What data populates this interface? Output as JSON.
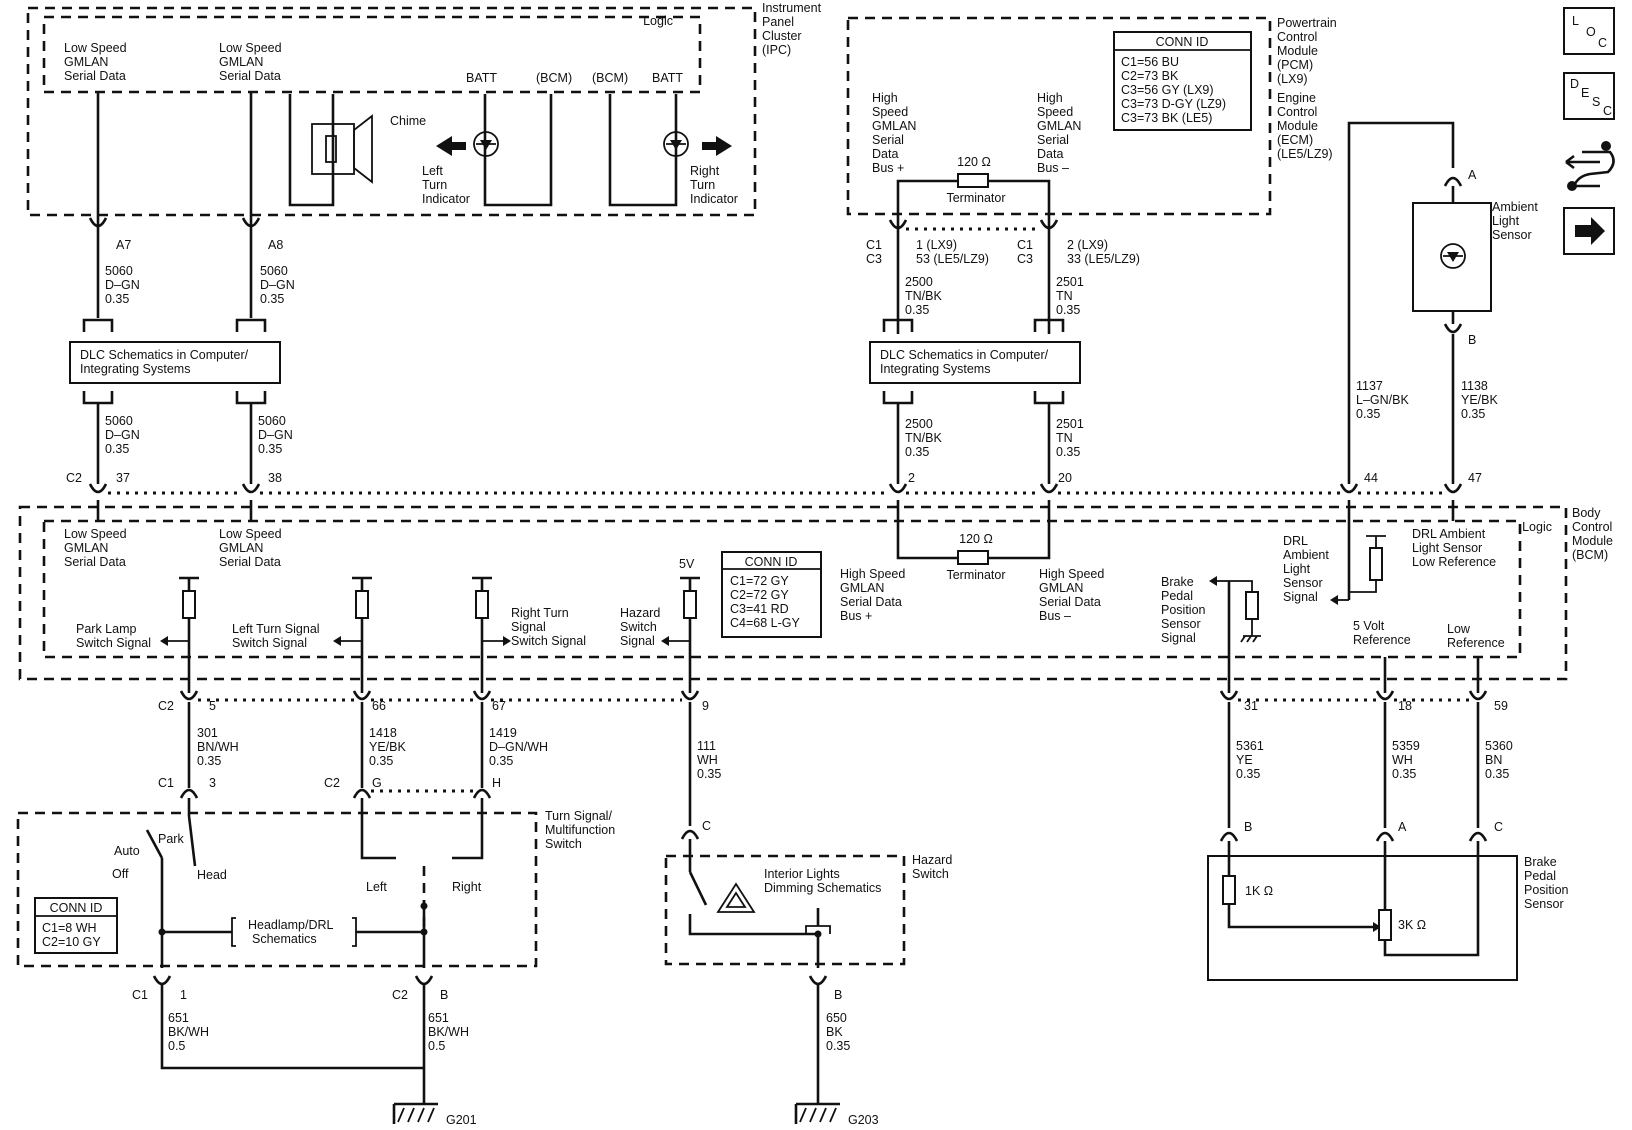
{
  "modules": {
    "ipc": {
      "name": [
        "Instrument",
        "Panel",
        "Cluster",
        "(IPC)"
      ],
      "logic": "Logic"
    },
    "pcm": {
      "name": [
        "Powertrain",
        "Control",
        "Module",
        "(PCM)",
        "(LX9)",
        "Engine",
        "Control",
        "Module",
        "(ECM)",
        "(LE5/LZ9)"
      ]
    },
    "bcm": {
      "name": [
        "Body",
        "Control",
        "Module",
        "(BCM)"
      ],
      "logic": "Logic"
    },
    "turn_switch": {
      "name": [
        "Turn Signal/",
        "Multifunction",
        "Switch"
      ]
    },
    "hazard_switch": {
      "name": [
        "Hazard",
        "Switch"
      ]
    },
    "brake_sensor": {
      "name": [
        "Brake",
        "Pedal",
        "Position",
        "Sensor"
      ]
    },
    "ambient_sensor": {
      "name": [
        "Ambient",
        "Light",
        "Sensor"
      ]
    }
  },
  "ipc_labels": {
    "lsgmlan_1": [
      "Low Speed",
      "GMLAN",
      "Serial Data"
    ],
    "lsgmlan_2": [
      "Low Speed",
      "GMLAN",
      "Serial Data"
    ],
    "batt_1": "BATT",
    "bcm_1": "(BCM)",
    "bcm_2": "(BCM)",
    "batt_2": "BATT",
    "chime": "Chime",
    "left_turn": [
      "Left",
      "Turn",
      "Indicator"
    ],
    "right_turn": [
      "Right",
      "Turn",
      "Indicator"
    ]
  },
  "pcm_labels": {
    "hs_plus": [
      "High",
      "Speed",
      "GMLAN",
      "Serial",
      "Data",
      "Bus +"
    ],
    "hs_minus": [
      "High",
      "Speed",
      "GMLAN",
      "Serial",
      "Data",
      "Bus –"
    ],
    "resistor": "120 Ω",
    "terminator": "Terminator",
    "conn_title": "CONN ID",
    "conn_rows": [
      "C1=56 BU",
      "C2=73 BK",
      "C3=56 GY (LX9)",
      "C3=73 D-GY (LZ9)",
      "C3=73 BK (LE5)"
    ]
  },
  "bcm_labels": {
    "lsgmlan_1": [
      "Low Speed",
      "GMLAN",
      "Serial Data"
    ],
    "lsgmlan_2": [
      "Low Speed",
      "GMLAN",
      "Serial Data"
    ],
    "park_lamp": [
      "Park Lamp",
      "Switch Signal"
    ],
    "left_signal": [
      "Left Turn Signal",
      "Switch Signal"
    ],
    "right_signal": [
      "Right Turn",
      "Signal",
      "Switch Signal"
    ],
    "hazard_signal": [
      "Hazard",
      "Switch",
      "Signal"
    ],
    "v5": "5V",
    "conn_title": "CONN ID",
    "conn_rows": [
      "C1=72 GY",
      "C2=72 GY",
      "C3=41 RD",
      "C4=68 L-GY"
    ],
    "hs_plus": [
      "High Speed",
      "GMLAN",
      "Serial Data",
      "Bus +"
    ],
    "resistor": "120 Ω",
    "terminator": "Terminator",
    "hs_minus": [
      "High Speed",
      "GMLAN",
      "Serial Data",
      "Bus –"
    ],
    "brake_signal": [
      "Brake",
      "Pedal",
      "Position",
      "Sensor",
      "Signal"
    ],
    "drl_signal": [
      "DRL",
      "Ambient",
      "Light",
      "Sensor",
      "Signal"
    ],
    "drl_low": [
      "DRL Ambient",
      "Light Sensor",
      "Low Reference"
    ],
    "ref_5v": [
      "5 Volt",
      "Reference"
    ],
    "low_ref": [
      "Low",
      "Reference"
    ]
  },
  "turn_switch_labels": {
    "park": "Park",
    "auto": "Auto",
    "off": "Off",
    "head": "Head",
    "left": "Left",
    "right": "Right",
    "hl_drl": [
      "Headlamp/DRL",
      "Schematics"
    ],
    "conn_title": "CONN ID",
    "conn_rows": [
      "C1=8 WH",
      "C2=10 GY"
    ]
  },
  "hazard_labels": {
    "interior": [
      "Interior Lights",
      "Dimming Schematics"
    ]
  },
  "brake_labels": {
    "r1": "1K Ω",
    "r2": "3K Ω"
  },
  "dlc": {
    "left": [
      "DLC Schematics in Computer/",
      "Integrating Systems"
    ],
    "right": [
      "DLC Schematics in Computer/",
      "Integrating Systems"
    ]
  },
  "connectors": {
    "a7": "A7",
    "a8": "A8",
    "c2_bcm": "C2",
    "p37": "37",
    "p38": "38",
    "pcm_c1a": "C1",
    "pcm_c3a": "C3",
    "pcm_pin_a1": "1 (LX9)",
    "pcm_pin_a2": "53 (LE5/LZ9)",
    "pcm_c1b": "C1",
    "pcm_c3b": "C3",
    "pcm_pin_b1": "2 (LX9)",
    "pcm_pin_b2": "33 (LE5/LZ9)",
    "p2": "2",
    "p20": "20",
    "p44": "44",
    "p47": "47",
    "amb_a": "A",
    "amb_b": "B",
    "c2_low": "C2",
    "p5": "5",
    "p66": "66",
    "p67": "67",
    "p9": "9",
    "p31": "31",
    "p18": "18",
    "p59": "59",
    "sw_c1": "C1",
    "sw_3": "3",
    "sw_c2": "C2",
    "sw_g": "G",
    "sw_h": "H",
    "hz_c": "C",
    "hz_b": "B",
    "br_b": "B",
    "br_a": "A",
    "br_c": "C",
    "gnd_c1": "C1",
    "gnd_1": "1",
    "gnd_c2": "C2",
    "gnd_b": "B"
  },
  "wires": {
    "w5060a": [
      "5060",
      "D–GN",
      "0.35"
    ],
    "w5060b": [
      "5060",
      "D–GN",
      "0.35"
    ],
    "w5060c": [
      "5060",
      "D–GN",
      "0.35"
    ],
    "w5060d": [
      "5060",
      "D–GN",
      "0.35"
    ],
    "w2500a": [
      "2500",
      "TN/BK",
      "0.35"
    ],
    "w2501a": [
      "2501",
      "TN",
      "0.35"
    ],
    "w2500b": [
      "2500",
      "TN/BK",
      "0.35"
    ],
    "w2501b": [
      "2501",
      "TN",
      "0.35"
    ],
    "w1137": [
      "1137",
      "L–GN/BK",
      "0.35"
    ],
    "w1138": [
      "1138",
      "YE/BK",
      "0.35"
    ],
    "w301": [
      "301",
      "BN/WH",
      "0.35"
    ],
    "w1418": [
      "1418",
      "YE/BK",
      "0.35"
    ],
    "w1419": [
      "1419",
      "D–GN/WH",
      "0.35"
    ],
    "w111": [
      "111",
      "WH",
      "0.35"
    ],
    "w5361": [
      "5361",
      "YE",
      "0.35"
    ],
    "w5359": [
      "5359",
      "WH",
      "0.35"
    ],
    "w5360": [
      "5360",
      "BN",
      "0.35"
    ],
    "w651a": [
      "651",
      "BK/WH",
      "0.5"
    ],
    "w651b": [
      "651",
      "BK/WH",
      "0.5"
    ],
    "w650": [
      "650",
      "BK",
      "0.35"
    ]
  },
  "grounds": {
    "g201": "G201",
    "g203": "G203"
  },
  "legend_icons": {
    "loc": [
      "L",
      "O",
      "C"
    ],
    "desc": [
      "D",
      "E",
      "S",
      "C"
    ],
    "icons": [
      "locator-icon",
      "description-icon",
      "harness-routing-icon",
      "next-page-arrow-icon"
    ]
  }
}
